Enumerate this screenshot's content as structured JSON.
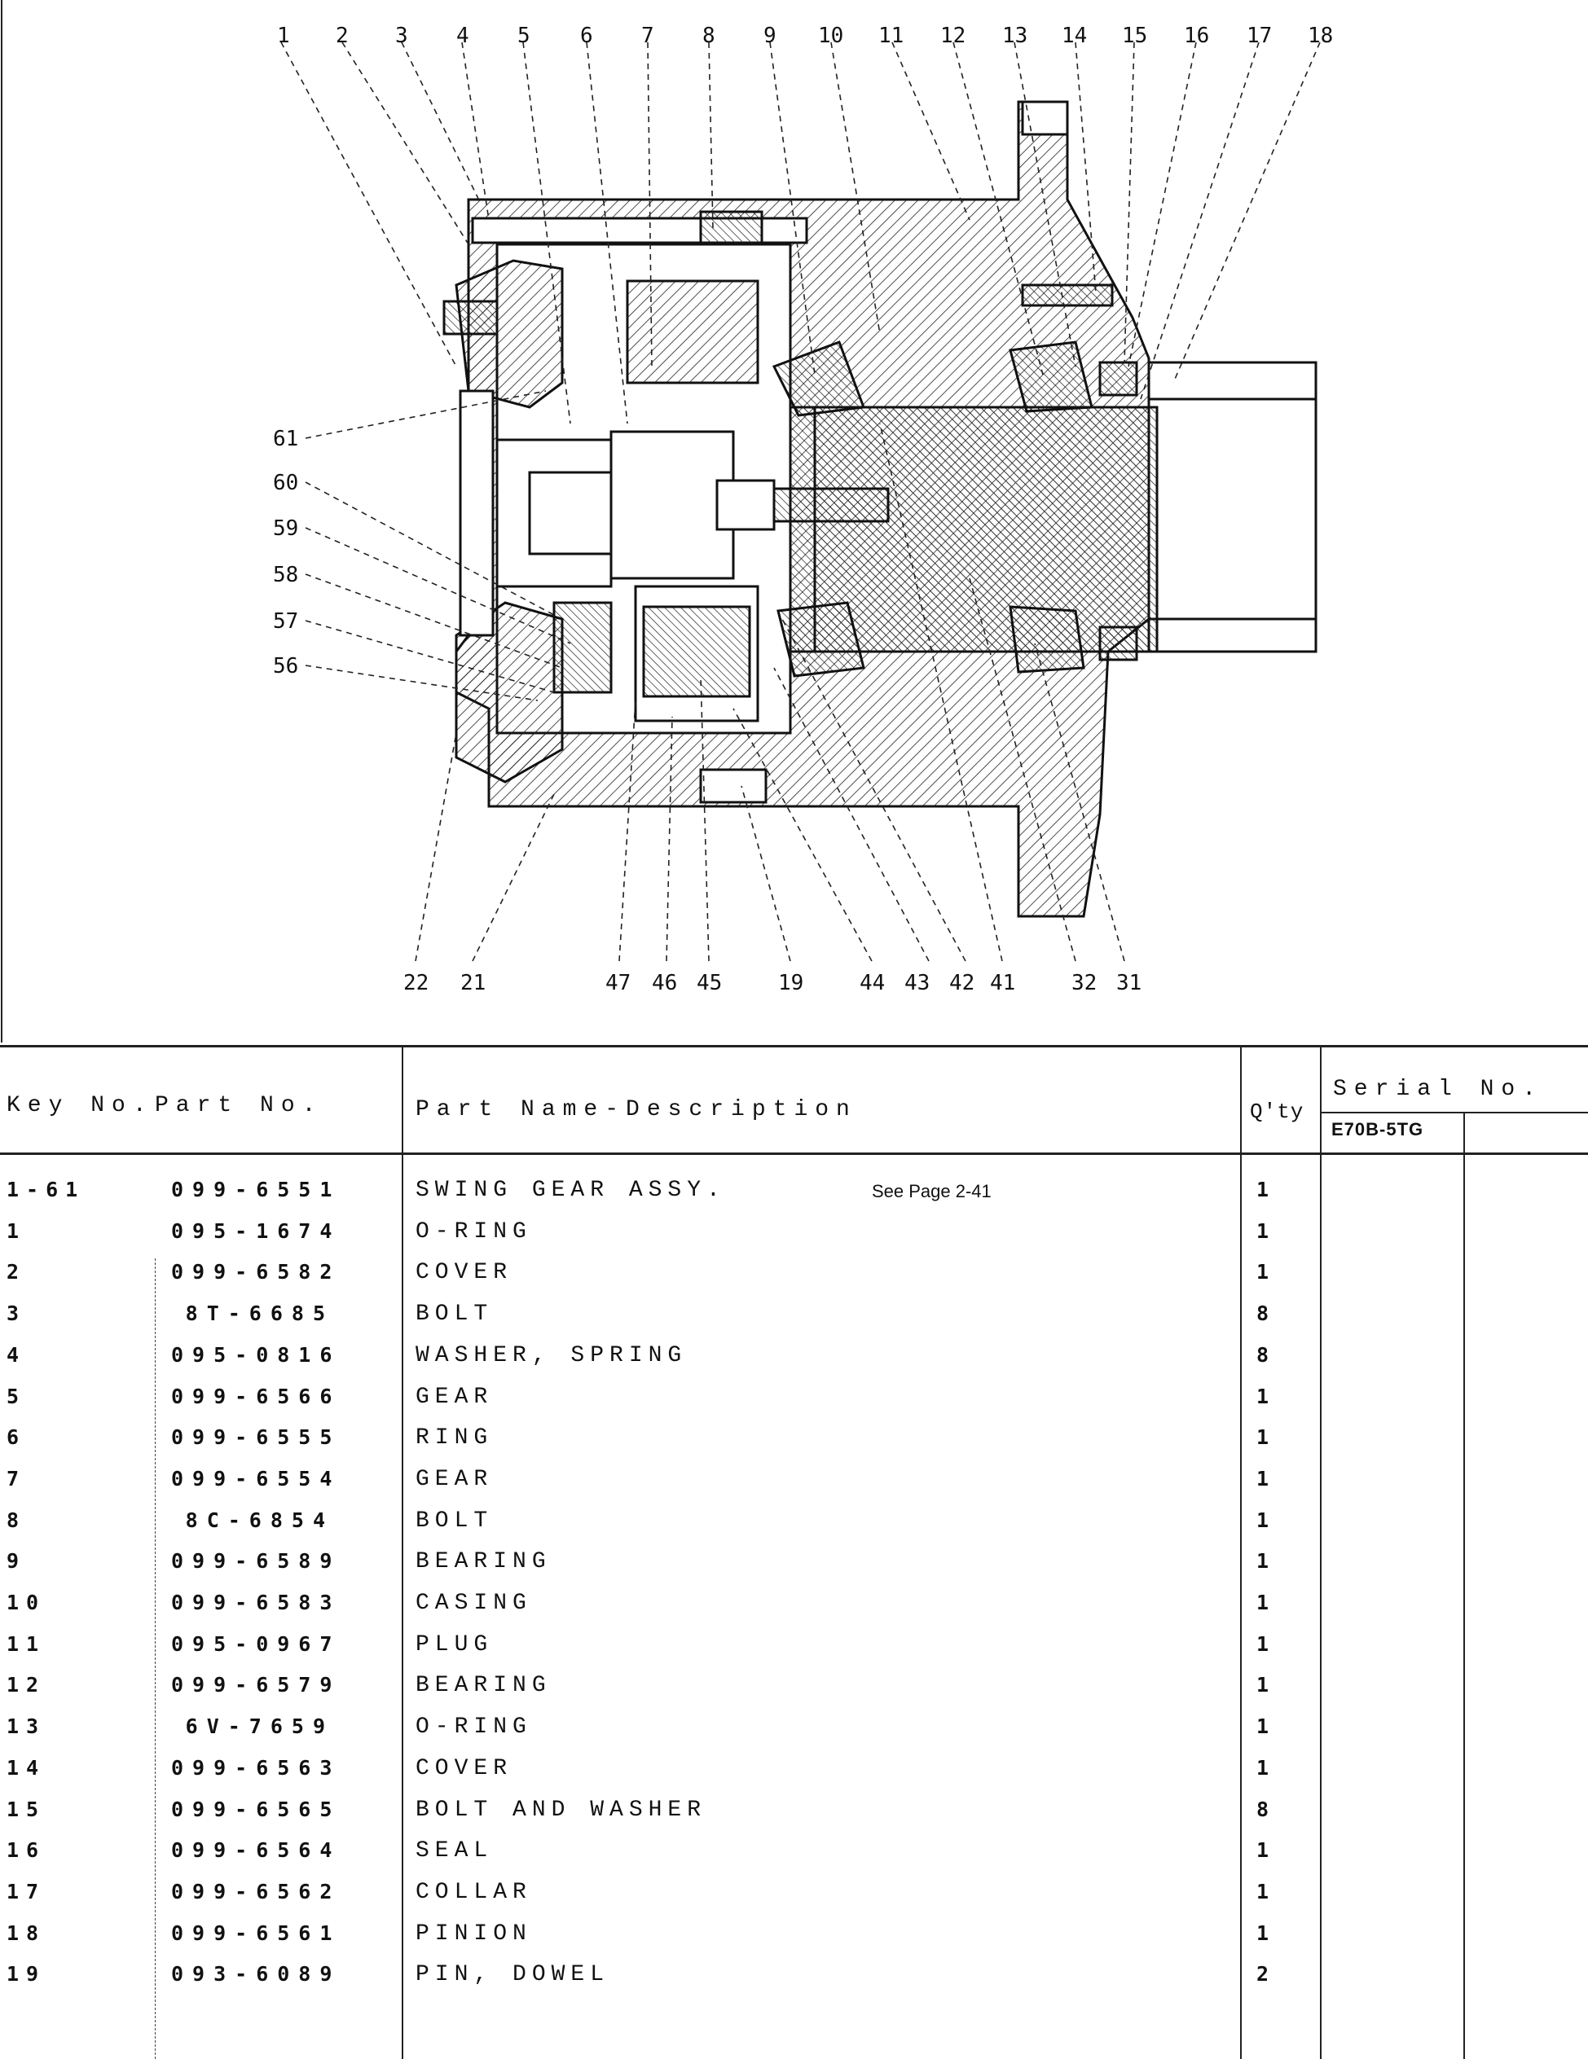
{
  "diagram": {
    "top_labels": [
      "1",
      "2",
      "3",
      "4",
      "5",
      "6",
      "7",
      "8",
      "9",
      "10",
      "11",
      "12",
      "13",
      "14",
      "15",
      "16",
      "17",
      "18"
    ],
    "left_labels": [
      "61",
      "60",
      "59",
      "58",
      "57",
      "56"
    ],
    "bottom_labels": [
      "22",
      "21",
      "47",
      "46",
      "45",
      "19",
      "44",
      "43",
      "42",
      "41",
      "32",
      "31"
    ]
  },
  "table": {
    "headers": {
      "key_no": "Key No.",
      "part_no": "Part No.",
      "description": "Part Name-Description",
      "qty": "Q'ty",
      "serial_no": "Serial No.",
      "serial_sub": "E70B-5TG"
    },
    "rows": [
      {
        "key": "1-61",
        "part": "099-6551",
        "name": "SWING GEAR ASSY.",
        "ref": "See Page 2-41",
        "qty": "1"
      },
      {
        "key": "1",
        "part": "095-1674",
        "name": "O-RING",
        "ref": "",
        "qty": "1"
      },
      {
        "key": "2",
        "part": "099-6582",
        "name": "COVER",
        "ref": "",
        "qty": "1"
      },
      {
        "key": "3",
        "part": "8T-6685",
        "name": "BOLT",
        "ref": "",
        "qty": "8"
      },
      {
        "key": "4",
        "part": "095-0816",
        "name": "WASHER, SPRING",
        "ref": "",
        "qty": "8"
      },
      {
        "key": "5",
        "part": "099-6566",
        "name": "GEAR",
        "ref": "",
        "qty": "1"
      },
      {
        "key": "6",
        "part": "099-6555",
        "name": "RING",
        "ref": "",
        "qty": "1"
      },
      {
        "key": "7",
        "part": "099-6554",
        "name": "GEAR",
        "ref": "",
        "qty": "1"
      },
      {
        "key": "8",
        "part": "8C-6854",
        "name": "BOLT",
        "ref": "",
        "qty": "1"
      },
      {
        "key": "9",
        "part": "099-6589",
        "name": "BEARING",
        "ref": "",
        "qty": "1"
      },
      {
        "key": "10",
        "part": "099-6583",
        "name": "CASING",
        "ref": "",
        "qty": "1"
      },
      {
        "key": "11",
        "part": "095-0967",
        "name": "PLUG",
        "ref": "",
        "qty": "1"
      },
      {
        "key": "12",
        "part": "099-6579",
        "name": "BEARING",
        "ref": "",
        "qty": "1"
      },
      {
        "key": "13",
        "part": "6V-7659",
        "name": "O-RING",
        "ref": "",
        "qty": "1"
      },
      {
        "key": "14",
        "part": "099-6563",
        "name": "COVER",
        "ref": "",
        "qty": "1"
      },
      {
        "key": "15",
        "part": "099-6565",
        "name": "BOLT AND WASHER",
        "ref": "",
        "qty": "8"
      },
      {
        "key": "16",
        "part": "099-6564",
        "name": "SEAL",
        "ref": "",
        "qty": "1"
      },
      {
        "key": "17",
        "part": "099-6562",
        "name": "COLLAR",
        "ref": "",
        "qty": "1"
      },
      {
        "key": "18",
        "part": "099-6561",
        "name": "PINION",
        "ref": "",
        "qty": "1"
      },
      {
        "key": "19",
        "part": "093-6089",
        "name": "PIN, DOWEL",
        "ref": "",
        "qty": "2"
      }
    ]
  }
}
